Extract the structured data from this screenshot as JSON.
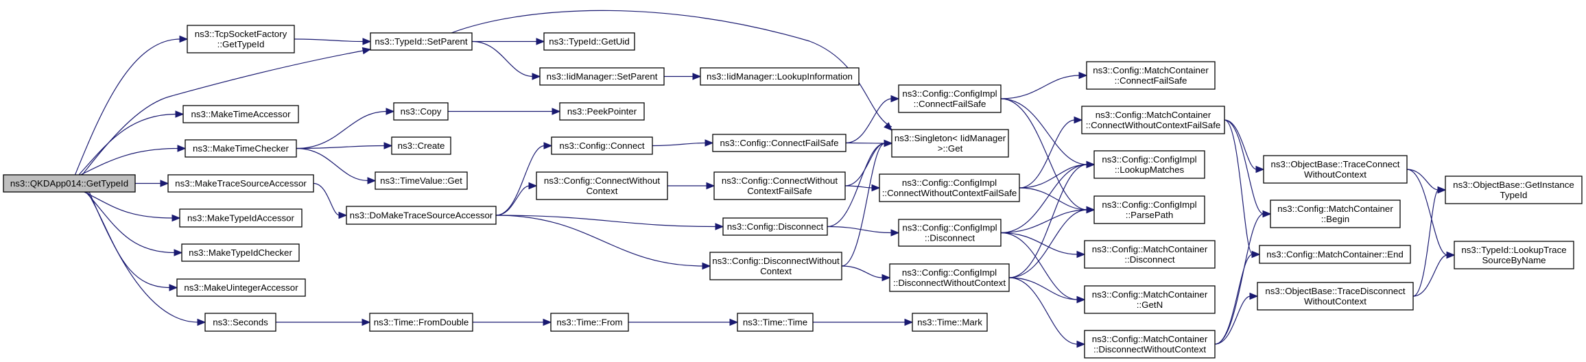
{
  "graph": {
    "title": "Call graph of ns3::QKDApp014::GetTypeId",
    "edge_color": "#191970",
    "root_fill": "#bfbfbf",
    "node_fill": "#ffffff",
    "nodes": [
      {
        "id": "root",
        "lines": [
          "ns3::QKDApp014::GetTypeId"
        ]
      },
      {
        "id": "tcpsf",
        "lines": [
          "ns3::TcpSocketFactory",
          "::GetTypeId"
        ]
      },
      {
        "id": "mta",
        "lines": [
          "ns3::MakeTimeAccessor"
        ]
      },
      {
        "id": "mtc",
        "lines": [
          "ns3::MakeTimeChecker"
        ]
      },
      {
        "id": "mtsa",
        "lines": [
          "ns3::MakeTraceSourceAccessor"
        ]
      },
      {
        "id": "mtia",
        "lines": [
          "ns3::MakeTypeIdAccessor"
        ]
      },
      {
        "id": "mtic",
        "lines": [
          "ns3::MakeTypeIdChecker"
        ]
      },
      {
        "id": "mua",
        "lines": [
          "ns3::MakeUintegerAccessor"
        ]
      },
      {
        "id": "sec",
        "lines": [
          "ns3::Seconds"
        ]
      },
      {
        "id": "setparent",
        "lines": [
          "ns3::TypeId::SetParent"
        ]
      },
      {
        "id": "getuid",
        "lines": [
          "ns3::TypeId::GetUid"
        ]
      },
      {
        "id": "iidsetparent",
        "lines": [
          "ns3::IidManager::SetParent"
        ]
      },
      {
        "id": "lookupinfo",
        "lines": [
          "ns3::IidManager::LookupInformation"
        ]
      },
      {
        "id": "copy",
        "lines": [
          "ns3::Copy"
        ]
      },
      {
        "id": "peek",
        "lines": [
          "ns3::PeekPointer"
        ]
      },
      {
        "id": "create",
        "lines": [
          "ns3::Create"
        ]
      },
      {
        "id": "tvget",
        "lines": [
          "ns3::TimeValue::Get"
        ]
      },
      {
        "id": "domake",
        "lines": [
          "ns3::DoMakeTraceSourceAccessor"
        ]
      },
      {
        "id": "cconnect",
        "lines": [
          "ns3::Config::Connect"
        ]
      },
      {
        "id": "ccwc",
        "lines": [
          "ns3::Config::ConnectWithout",
          "Context"
        ]
      },
      {
        "id": "cdisc",
        "lines": [
          "ns3::Config::Disconnect"
        ]
      },
      {
        "id": "cdwc",
        "lines": [
          "ns3::Config::DisconnectWithout",
          "Context"
        ]
      },
      {
        "id": "ccfs",
        "lines": [
          "ns3::Config::ConnectFailSafe"
        ]
      },
      {
        "id": "ccwcfs",
        "lines": [
          "ns3::Config::ConnectWithout",
          "ContextFailSafe"
        ]
      },
      {
        "id": "fromdouble",
        "lines": [
          "ns3::Time::FromDouble"
        ]
      },
      {
        "id": "from",
        "lines": [
          "ns3::Time::From"
        ]
      },
      {
        "id": "ttime",
        "lines": [
          "ns3::Time::Time"
        ]
      },
      {
        "id": "mark",
        "lines": [
          "ns3::Time::Mark"
        ]
      },
      {
        "id": "singleton",
        "lines": [
          "ns3::Singleton< IidManager",
          ">::Get"
        ]
      },
      {
        "id": "cicfs",
        "lines": [
          "ns3::Config::ConfigImpl",
          "::ConnectFailSafe"
        ]
      },
      {
        "id": "cicwcfs",
        "lines": [
          "ns3::Config::ConfigImpl",
          "::ConnectWithoutContextFailSafe"
        ]
      },
      {
        "id": "cidisc",
        "lines": [
          "ns3::Config::ConfigImpl",
          "::Disconnect"
        ]
      },
      {
        "id": "cidwc",
        "lines": [
          "ns3::Config::ConfigImpl",
          "::DisconnectWithoutContext"
        ]
      },
      {
        "id": "mccfs",
        "lines": [
          "ns3::Config::MatchContainer",
          "::ConnectFailSafe"
        ]
      },
      {
        "id": "mccwcfs",
        "lines": [
          "ns3::Config::MatchContainer",
          "::ConnectWithoutContextFailSafe"
        ]
      },
      {
        "id": "lookupmatches",
        "lines": [
          "ns3::Config::ConfigImpl",
          "::LookupMatches"
        ]
      },
      {
        "id": "parsepath",
        "lines": [
          "ns3::Config::ConfigImpl",
          "::ParsePath"
        ]
      },
      {
        "id": "mcdisc",
        "lines": [
          "ns3::Config::MatchContainer",
          "::Disconnect"
        ]
      },
      {
        "id": "mcgetn",
        "lines": [
          "ns3::Config::MatchContainer",
          "::GetN"
        ]
      },
      {
        "id": "mcdwc",
        "lines": [
          "ns3::Config::MatchContainer",
          "::DisconnectWithoutContext"
        ]
      },
      {
        "id": "tcwc",
        "lines": [
          "ns3::ObjectBase::TraceConnect",
          "WithoutContext"
        ]
      },
      {
        "id": "mcbegin",
        "lines": [
          "ns3::Config::MatchContainer",
          "::Begin"
        ]
      },
      {
        "id": "mcend",
        "lines": [
          "ns3::Config::MatchContainer::End"
        ]
      },
      {
        "id": "tdwc",
        "lines": [
          "ns3::ObjectBase::TraceDisconnect",
          "WithoutContext"
        ]
      },
      {
        "id": "getinst",
        "lines": [
          "ns3::ObjectBase::GetInstance",
          "TypeId"
        ]
      },
      {
        "id": "lookuptrace",
        "lines": [
          "ns3::TypeId::LookupTrace",
          "SourceByName"
        ]
      }
    ],
    "edges": [
      [
        "root",
        "tcpsf"
      ],
      [
        "root",
        "setparent"
      ],
      [
        "root",
        "mta"
      ],
      [
        "root",
        "mtc"
      ],
      [
        "root",
        "mtsa"
      ],
      [
        "root",
        "mtia"
      ],
      [
        "root",
        "mtic"
      ],
      [
        "root",
        "mua"
      ],
      [
        "root",
        "sec"
      ],
      [
        "tcpsf",
        "setparent"
      ],
      [
        "setparent",
        "getuid"
      ],
      [
        "setparent",
        "iidsetparent"
      ],
      [
        "setparent",
        "singleton"
      ],
      [
        "iidsetparent",
        "lookupinfo"
      ],
      [
        "mtc",
        "copy"
      ],
      [
        "mtc",
        "create"
      ],
      [
        "mtc",
        "tvget"
      ],
      [
        "copy",
        "peek"
      ],
      [
        "mtsa",
        "domake"
      ],
      [
        "domake",
        "cconnect"
      ],
      [
        "domake",
        "ccwc"
      ],
      [
        "domake",
        "cdisc"
      ],
      [
        "domake",
        "cdwc"
      ],
      [
        "cconnect",
        "ccfs"
      ],
      [
        "ccwc",
        "ccwcfs"
      ],
      [
        "ccfs",
        "cicfs"
      ],
      [
        "ccfs",
        "singleton"
      ],
      [
        "ccwcfs",
        "singleton"
      ],
      [
        "ccwcfs",
        "cicwcfs"
      ],
      [
        "cdisc",
        "singleton"
      ],
      [
        "cdisc",
        "cidisc"
      ],
      [
        "cdwc",
        "singleton"
      ],
      [
        "cdwc",
        "cidwc"
      ],
      [
        "sec",
        "fromdouble"
      ],
      [
        "fromdouble",
        "from"
      ],
      [
        "from",
        "ttime"
      ],
      [
        "ttime",
        "mark"
      ],
      [
        "cicfs",
        "mccfs"
      ],
      [
        "cicfs",
        "lookupmatches"
      ],
      [
        "cicfs",
        "parsepath"
      ],
      [
        "cicwcfs",
        "mccwcfs"
      ],
      [
        "cicwcfs",
        "lookupmatches"
      ],
      [
        "cicwcfs",
        "parsepath"
      ],
      [
        "cidisc",
        "lookupmatches"
      ],
      [
        "cidisc",
        "parsepath"
      ],
      [
        "cidisc",
        "mcdisc"
      ],
      [
        "cidisc",
        "mcgetn"
      ],
      [
        "cidwc",
        "lookupmatches"
      ],
      [
        "cidwc",
        "parsepath"
      ],
      [
        "cidwc",
        "mcgetn"
      ],
      [
        "cidwc",
        "mcdwc"
      ],
      [
        "mccwcfs",
        "tcwc"
      ],
      [
        "mccwcfs",
        "mcbegin"
      ],
      [
        "mccwcfs",
        "mcend"
      ],
      [
        "mcdwc",
        "mcbegin"
      ],
      [
        "mcdwc",
        "mcend"
      ],
      [
        "mcdwc",
        "tdwc"
      ],
      [
        "tcwc",
        "getinst"
      ],
      [
        "tcwc",
        "lookuptrace"
      ],
      [
        "tdwc",
        "getinst"
      ],
      [
        "tdwc",
        "lookuptrace"
      ]
    ]
  }
}
